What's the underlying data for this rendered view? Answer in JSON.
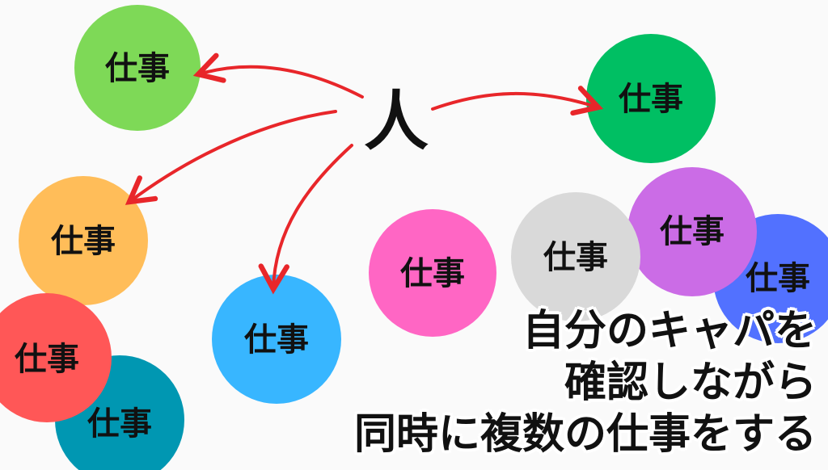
{
  "person": "人",
  "job_label": "仕事",
  "caption": {
    "line1": "自分のキャパを",
    "line2": "確認しながら",
    "line3": "同時に複数の仕事をする"
  },
  "colors": {
    "arrow": "#e8262a",
    "job_green_light": "#7ed957",
    "job_green": "#00bf63",
    "job_orange": "#ffbd59",
    "job_red": "#ff5757",
    "job_teal": "#0097b2",
    "job_blue": "#38b6ff",
    "job_pink": "#ff66c4",
    "job_gray": "#d9d9d9",
    "job_purple": "#cb6ce6",
    "job_indigo": "#5271ff"
  }
}
